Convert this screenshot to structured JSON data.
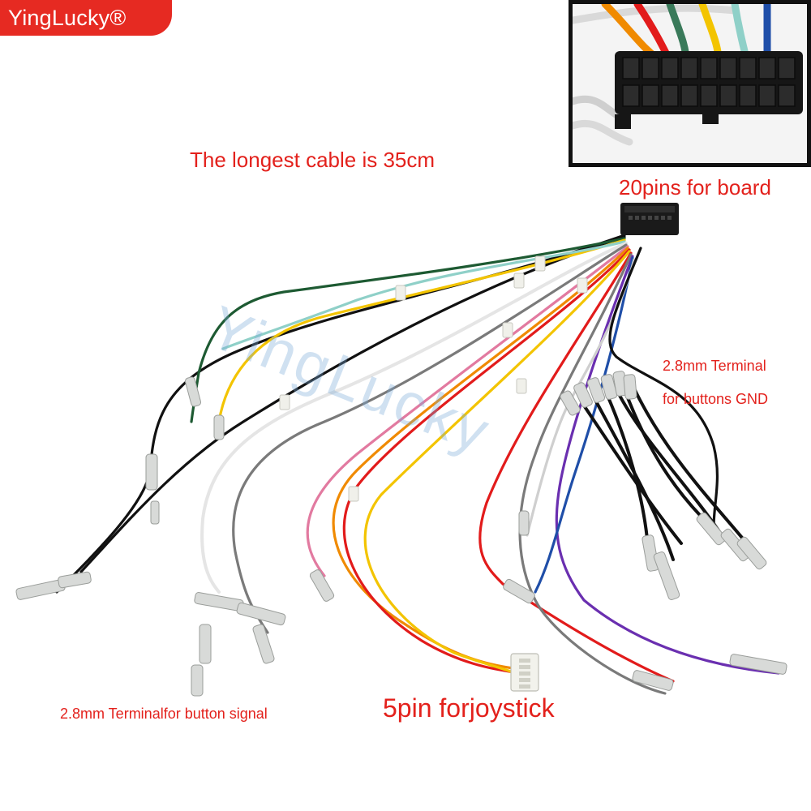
{
  "brand": {
    "name": "YingLucky®"
  },
  "watermark": "YingLucky",
  "labels": {
    "longest_cable": "The longest cable is 35cm",
    "board_connector": "20pins for board",
    "gnd_line1": "2.8mm Terminal",
    "gnd_line2": "for buttons GND",
    "button_signal": "2.8mm Terminalfor button signal",
    "joystick_connector": "5pin forjoystick"
  },
  "colors": {
    "label_red": "#e3211c",
    "brand_red": "#e62a22",
    "wires": [
      "#111111",
      "#f08a00",
      "#e21b1b",
      "#f3c400",
      "#7a7a7a",
      "#ffffff",
      "#6a2fb0",
      "#1f4ea8",
      "#1d5a32",
      "#8fd0c8"
    ]
  }
}
